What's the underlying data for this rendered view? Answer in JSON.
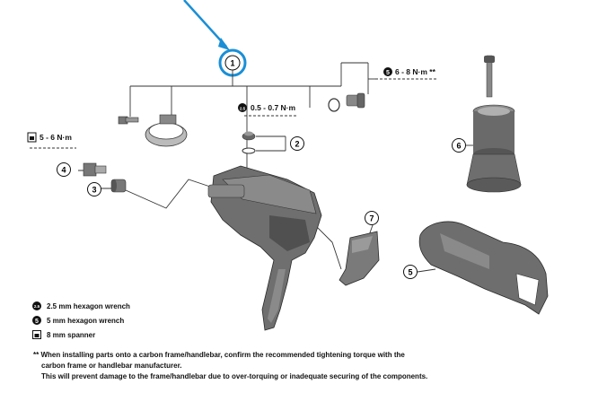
{
  "callouts": [
    "1",
    "2",
    "3",
    "4",
    "5",
    "6",
    "7"
  ],
  "torque": {
    "hex5_main": "6 - 8 N·m **",
    "hex25": "0.5 - 0.7 N·m",
    "spanner8": "5 - 6 N·m"
  },
  "legend": [
    {
      "icon": "hex-2-5-icon",
      "text": "2.5 mm hexagon wrench"
    },
    {
      "icon": "hex-5-icon",
      "text": "5 mm hexagon wrench"
    },
    {
      "icon": "spanner-8-icon",
      "text": "8 mm spanner"
    }
  ],
  "tool_badges": {
    "hex25": "2.5",
    "hex5": "5"
  },
  "note": {
    "line1": "** When installing parts onto a carbon frame/handlebar, confirm the recommended tightening torque with the",
    "line2": "carbon frame or handlebar manufacturer.",
    "line3": "This will prevent damage to the frame/handlebar due to over-torquing or inadequate securing of the components."
  },
  "colors": {
    "pointer": "#1a8fd6",
    "parts": "#6f6f6f",
    "parts_dark": "#3a3a3a"
  }
}
